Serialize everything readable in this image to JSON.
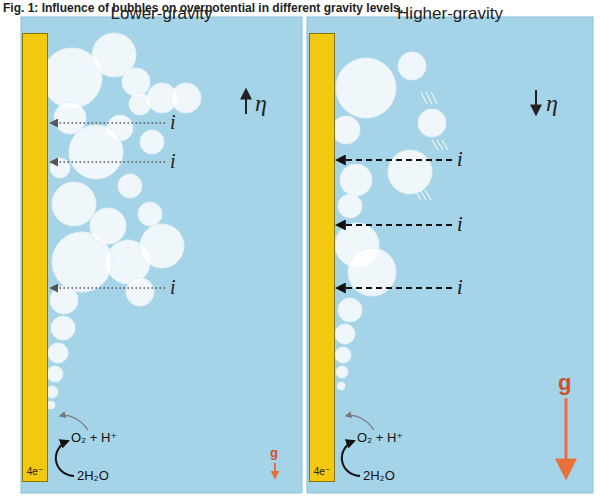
{
  "diagram": {
    "title": "Fig. 1: Influence of bubbles on overpotential in different gravity levels.",
    "nodes": [
      {
        "text": [
          "Lower-gravity"
        ]
      },
      {
        "text": [
          "4e⁻"
        ],
        "in": 0
      },
      {
        "text": [
          "Higher-gravity"
        ]
      },
      {
        "text": [
          "4e⁻"
        ],
        "in": 2
      }
    ],
    "labels": [
      "i",
      "i",
      "i",
      "η",
      "O₂ + H⁺",
      "2H₂O",
      "g",
      "i",
      "i",
      "i",
      "η",
      "O₂ + H⁺",
      "2H₂O",
      "g"
    ]
  }
}
